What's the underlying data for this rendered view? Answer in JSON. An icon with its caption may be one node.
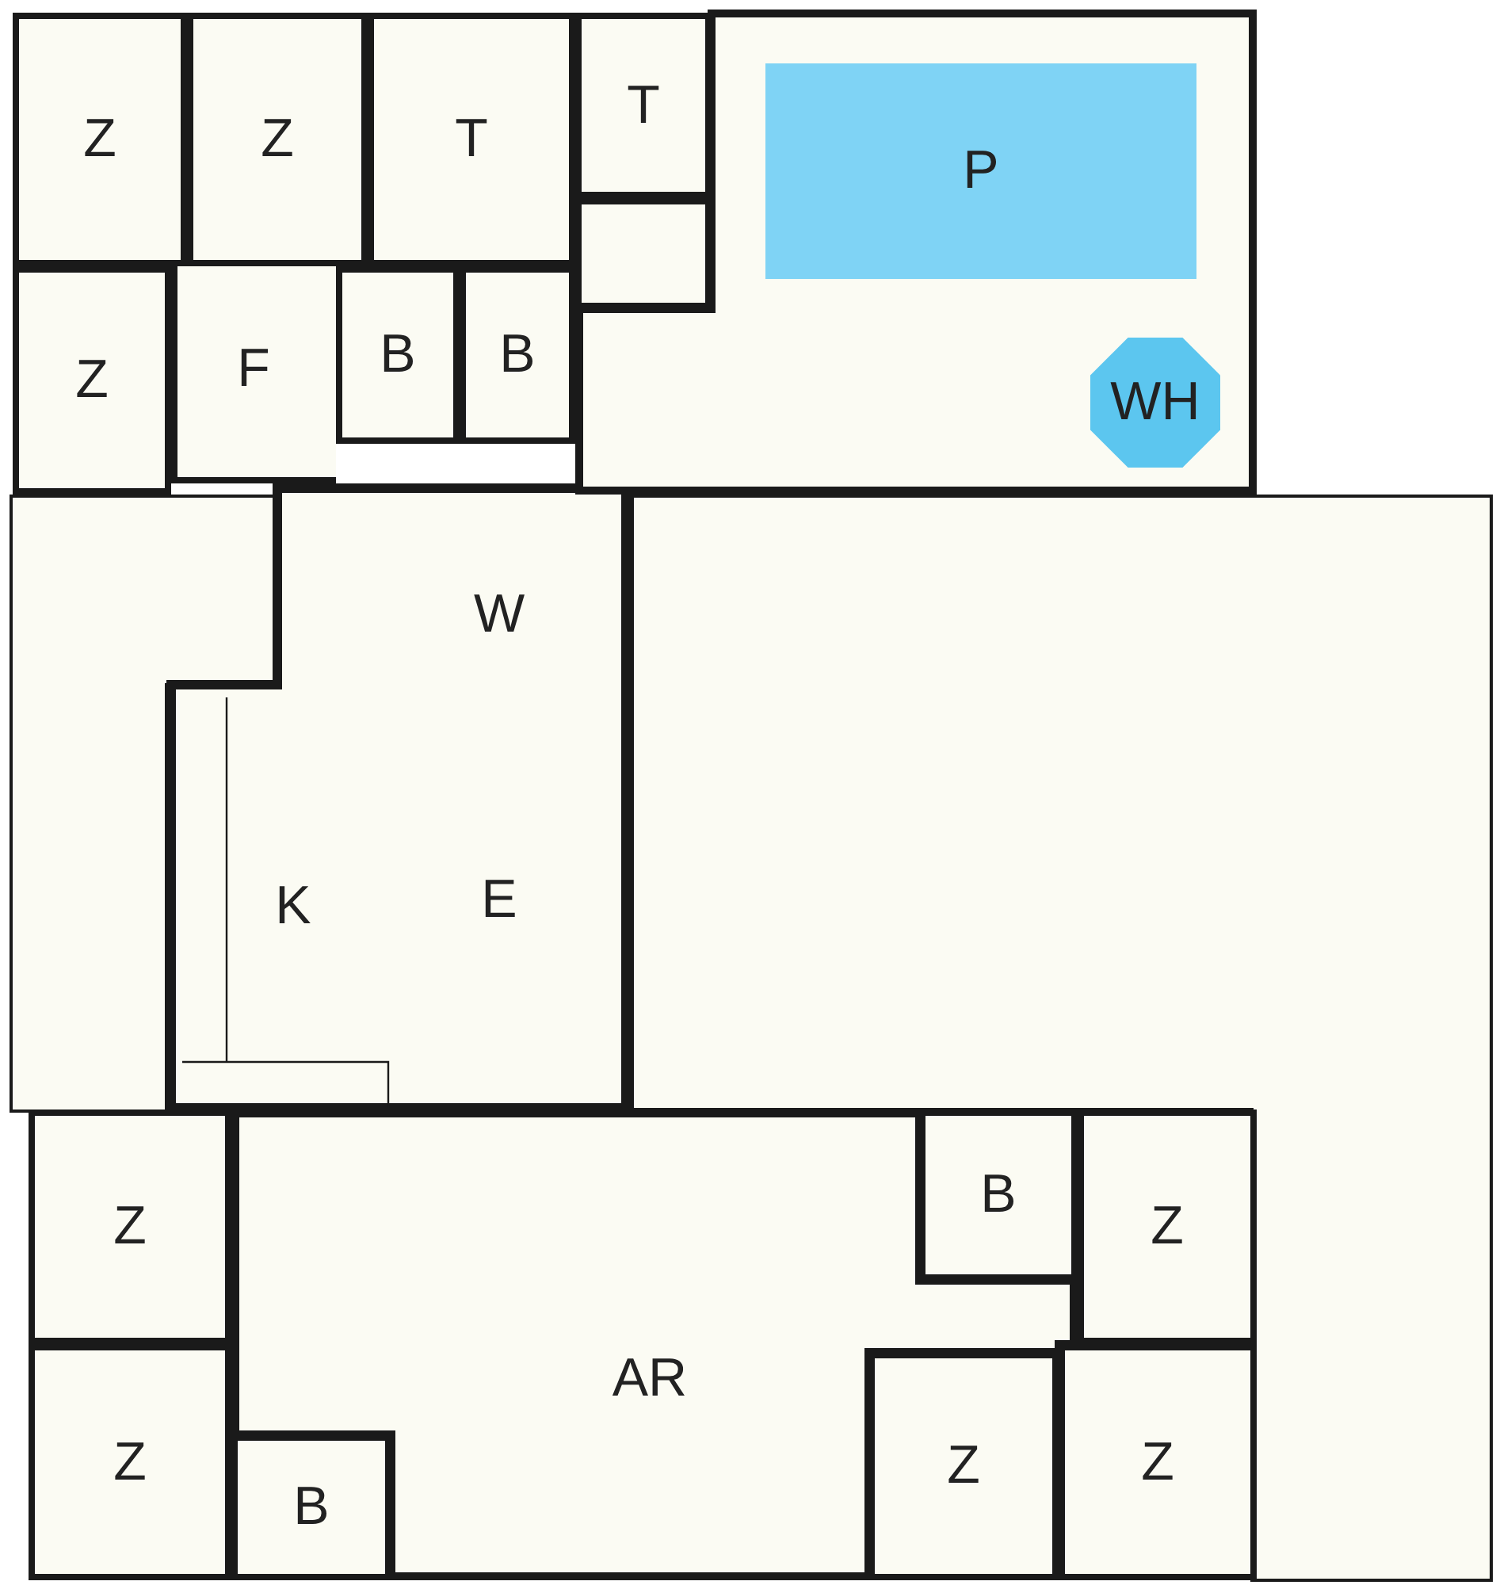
{
  "diagram": {
    "nodes": [
      {
        "text": [
          "Z"
        ]
      },
      {
        "text": [
          "Z"
        ]
      },
      {
        "text": [
          "T"
        ]
      },
      {
        "text": [
          "T"
        ]
      },
      {
        "text": [],
        "shape": "box"
      },
      {
        "text": [
          "P"
        ],
        "in": 4
      },
      {
        "text": [
          "WH"
        ],
        "in": 4
      },
      {
        "text": [],
        "shape": "box"
      },
      {
        "text": [
          "Z"
        ]
      },
      {
        "text": [
          "F"
        ]
      },
      {
        "text": [
          "B"
        ]
      },
      {
        "text": [
          "B"
        ]
      },
      {
        "text": [],
        "shape": "box"
      },
      {
        "text": [
          "W",
          "K",
          "E"
        ]
      },
      {
        "text": [],
        "shape": "box"
      },
      {
        "text": [
          "Z"
        ]
      },
      {
        "text": [
          "B"
        ]
      },
      {
        "text": [
          "Z"
        ]
      },
      {
        "text": [
          "AR"
        ]
      },
      {
        "text": [
          "Z"
        ]
      },
      {
        "text": [
          "B"
        ]
      },
      {
        "text": [
          "Z"
        ]
      },
      {
        "text": [
          "Z"
        ]
      }
    ],
    "edges": []
  }
}
